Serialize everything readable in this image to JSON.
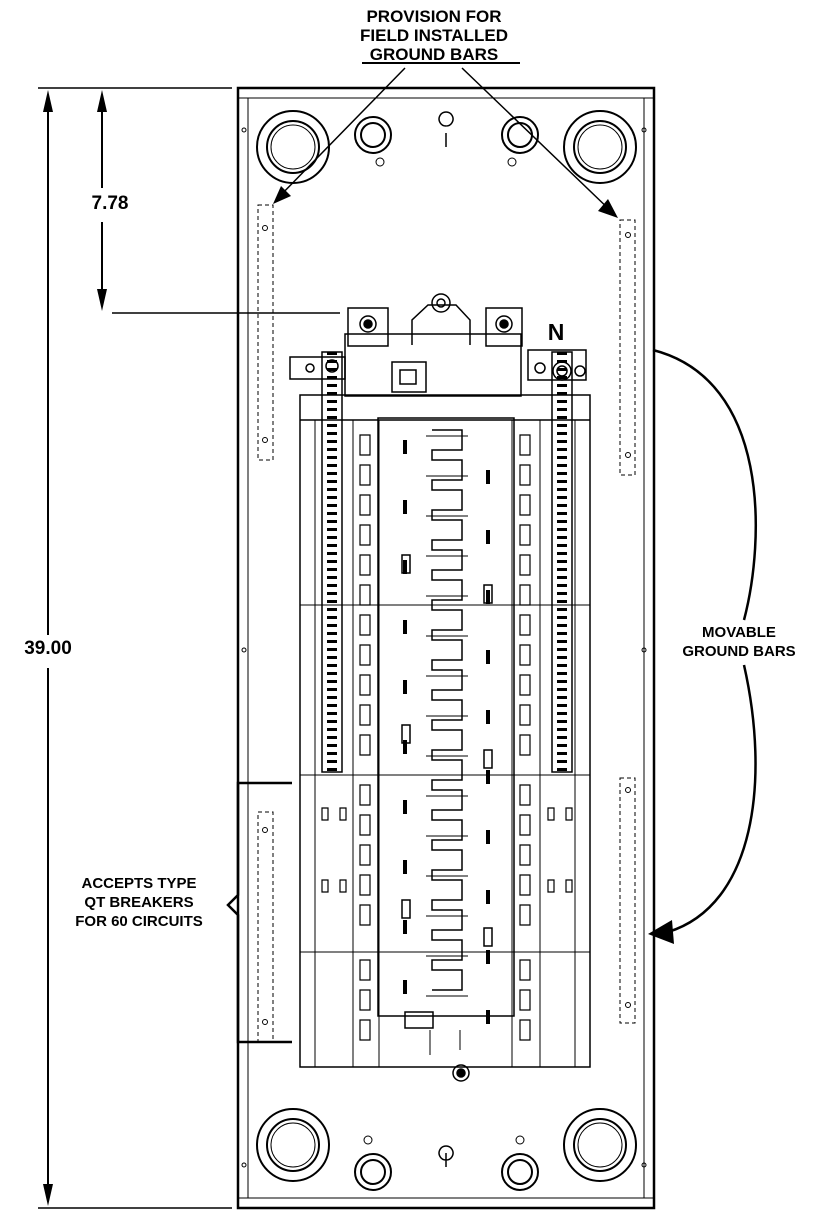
{
  "labels": {
    "provision_line1": "PROVISION FOR",
    "provision_line2": "FIELD INSTALLED",
    "provision_line3": "GROUND BARS",
    "dim_top": "7.78",
    "dim_total": "39.00",
    "neutral": "N",
    "movable_line1": "MOVABLE",
    "movable_line2": "GROUND BARS",
    "accepts_line1": "ACCEPTS TYPE",
    "accepts_line2": "QT BREAKERS",
    "accepts_line3": "FOR 60 CIRCUITS"
  },
  "colors": {
    "line": "#000000",
    "background": "#ffffff"
  }
}
